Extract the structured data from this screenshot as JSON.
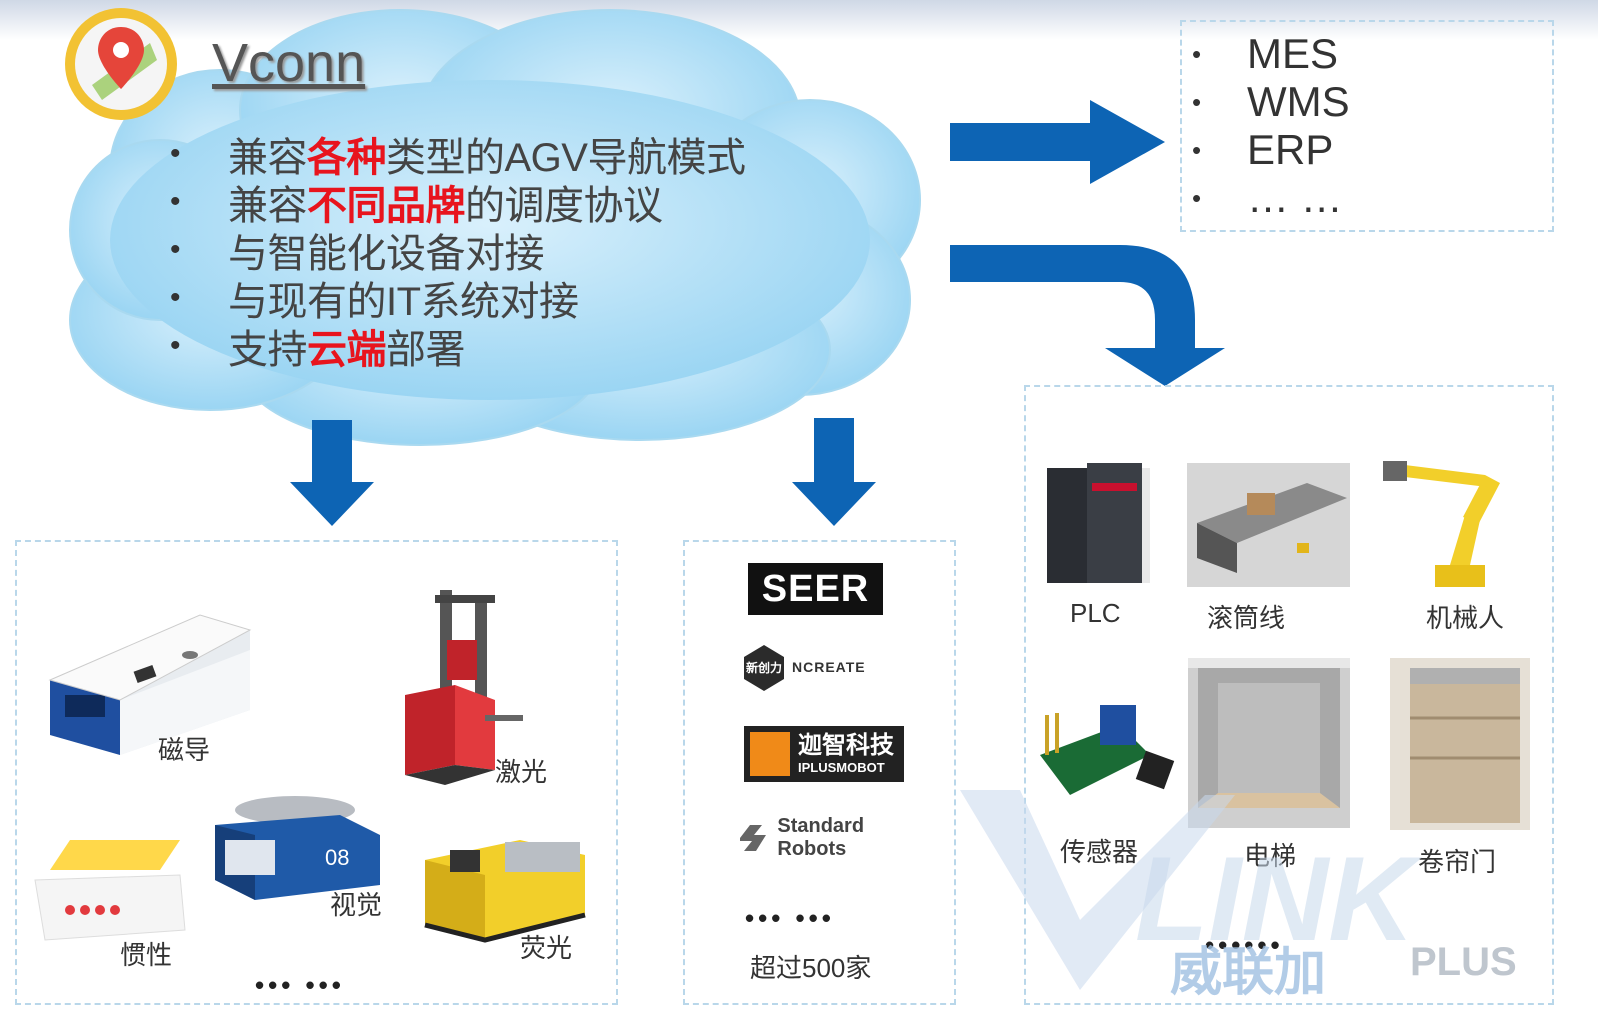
{
  "brand": {
    "title": "Vconn",
    "icon": "map-pin-icon",
    "colors": {
      "pin": "#e5453a",
      "ring": "#f2c233",
      "cloud": "#a7dcf5"
    }
  },
  "features": [
    {
      "parts": [
        {
          "text": "兼容",
          "hl": false
        },
        {
          "text": "各种",
          "hl": true
        },
        {
          "text": "类型的AGV导航模式",
          "hl": false
        }
      ]
    },
    {
      "parts": [
        {
          "text": "兼容",
          "hl": false
        },
        {
          "text": "不同品牌",
          "hl": true
        },
        {
          "text": "的调度协议",
          "hl": false
        }
      ]
    },
    {
      "parts": [
        {
          "text": "与智能化设备对接",
          "hl": false
        }
      ]
    },
    {
      "parts": [
        {
          "text": "与现有的IT系统对接",
          "hl": false
        }
      ]
    },
    {
      "parts": [
        {
          "text": "支持",
          "hl": false
        },
        {
          "text": "云端",
          "hl": true
        },
        {
          "text": "部署",
          "hl": false
        }
      ]
    }
  ],
  "bullet": "•",
  "systems": [
    "MES",
    "WMS",
    "ERP",
    "… …"
  ],
  "navigation": {
    "labels": [
      "磁导",
      "激光",
      "视觉",
      "惯性",
      "荧光"
    ],
    "more": "••• •••"
  },
  "brands": {
    "logos": [
      "SEER",
      "新创力",
      "NCREATE",
      "迦智科技",
      "IPLUSMOBOT",
      "Standard Robots"
    ],
    "more": "••• •••",
    "count_label": "超过500家"
  },
  "devices": {
    "labels": [
      "PLC",
      "滚筒线",
      "机械人",
      "传感器",
      "电梯",
      "卷帘门"
    ],
    "more": "••••••"
  },
  "watermark": {
    "text": "LINK",
    "cn": "威联加",
    "plus": "PLUS"
  },
  "accent": {
    "arrow": "#0d64b4"
  }
}
